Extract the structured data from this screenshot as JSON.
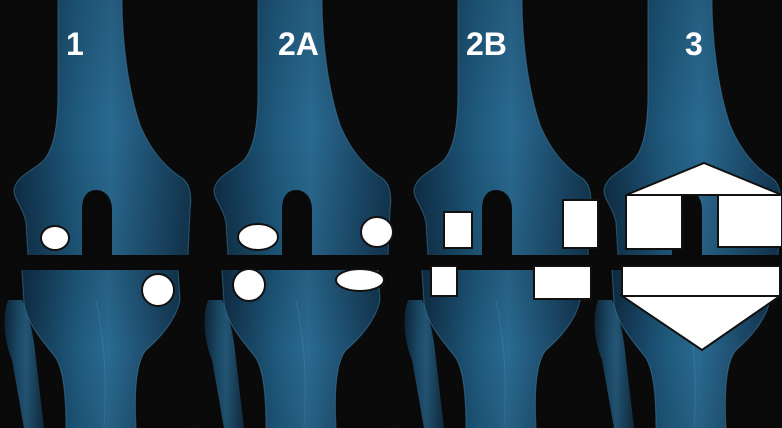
{
  "panels": [
    {
      "id": "1",
      "label": "1"
    },
    {
      "id": "2A",
      "label": "2A"
    },
    {
      "id": "2B",
      "label": "2B"
    },
    {
      "id": "3",
      "label": "3"
    }
  ],
  "colors": {
    "background": "#0a0a0a",
    "bone_dark": "#0f2f48",
    "bone_mid": "#1e5577",
    "bone_light": "#2f7299",
    "defect": "#ffffff",
    "label": "#ffffff"
  }
}
